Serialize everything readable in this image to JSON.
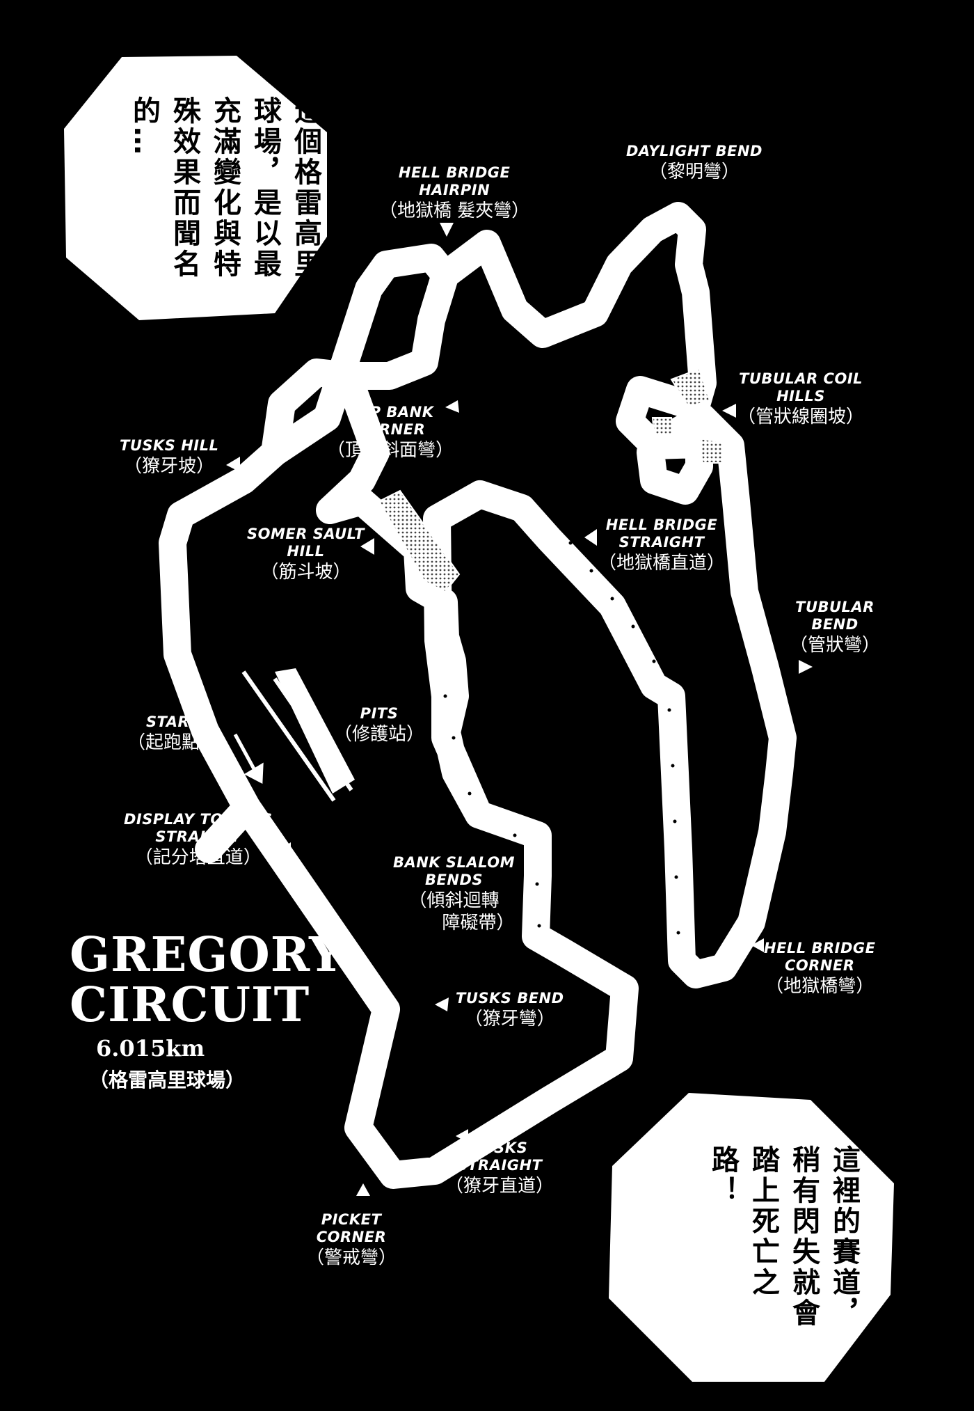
{
  "title": {
    "line1": "GREGORY",
    "line2": "CIRCUIT",
    "length": "6.015km",
    "subtitle": "（格雷高里球場）"
  },
  "bubbles": {
    "top_left": "這個格雷高里球場，是以最充滿變化與特殊效果而聞名的…",
    "bottom_right": "這裡的賽道，稍有閃失就會踏上死亡之路！"
  },
  "labels": {
    "daylight_bend": {
      "en": "DAYLIGHT BEND",
      "zh": "（黎明彎）"
    },
    "hell_bridge_hairpin": {
      "en1": "HELL BRIDGE",
      "en2": "HAIRPIN",
      "zh": "（地獄橋 髮夾彎）"
    },
    "tubular_coil_hills": {
      "en1": "TUBULAR COIL",
      "en2": "HILLS",
      "zh": "（管狀線圈坡）"
    },
    "top_bank_corner": {
      "en1": "TOP BANK",
      "en2": "CORNER",
      "zh": "（頂尖斜面彎）"
    },
    "tusks_hill": {
      "en": "TUSKS HILL",
      "zh": "（獠牙坡）"
    },
    "somersault_hill": {
      "en1": "SOMER SAULT",
      "en2": "HILL",
      "zh": "（筋斗坡）"
    },
    "hell_bridge_straight": {
      "en1": "HELL BRIDGE",
      "en2": "STRAIGHT",
      "zh": "（地獄橋直道）"
    },
    "tubular_bend": {
      "en1": "TUBULAR",
      "en2": "BEND",
      "zh": "（管狀彎）"
    },
    "start": {
      "en": "START",
      "zh": "（起跑點）"
    },
    "pits": {
      "en": "PITS",
      "zh": "（修護站）"
    },
    "display_towers_straight": {
      "en1": "DISPLAY TOWERS",
      "en2": "STRAIGHT",
      "zh": "（記分塔直道）"
    },
    "bank_slalom_bends": {
      "en1": "BANK SLALOM",
      "en2": "BENDS",
      "zh1": "（傾斜迴轉",
      "zh2": "障礙帶）"
    },
    "hell_bridge_corner": {
      "en1": "HELL BRIDGE",
      "en2": "CORNER",
      "zh": "（地獄橋彎）"
    },
    "tusks_bend": {
      "en": "TUSKS BEND",
      "zh": "（獠牙彎）"
    },
    "tusks_straight": {
      "en1": "TUSKS",
      "en2": "STRAIGHT",
      "zh": "（獠牙直道）"
    },
    "picket_corner": {
      "en1": "PICKET",
      "en2": "CORNER",
      "zh": "（警戒彎）"
    }
  }
}
